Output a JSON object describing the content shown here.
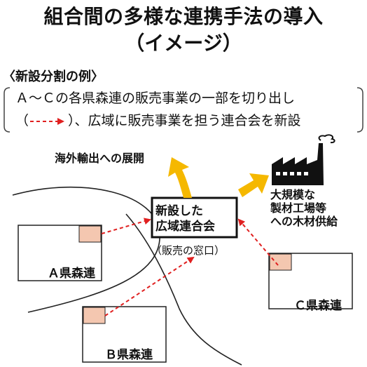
{
  "title": {
    "line1": "組合間の多様な連携手法の導入",
    "line2": "（イメージ）"
  },
  "example_heading": "〈新設分割の例〉",
  "description": {
    "line1": "Ａ～Ｃの各県森連の販売事業の一部を切り出し",
    "line2_open": "（",
    "line2_rest": "）、広域に販売事業を担う連合会を新設"
  },
  "overseas_label": "海外輸出への展開",
  "factory_label": [
    "大規模な",
    "製材工場等",
    "への木材供給"
  ],
  "new_federation": [
    "新設した",
    "広域連合会"
  ],
  "sales_window": "（販売の窓口）",
  "prefectures": {
    "a": "Ａ県森連",
    "b": "Ｂ県森連",
    "c": "Ｃ県森連"
  },
  "colors": {
    "arrow_dashed": "#e02020",
    "arrow_yellow": "#f5b800",
    "cutout_fill": "#f4c7b0",
    "line": "#222222"
  }
}
